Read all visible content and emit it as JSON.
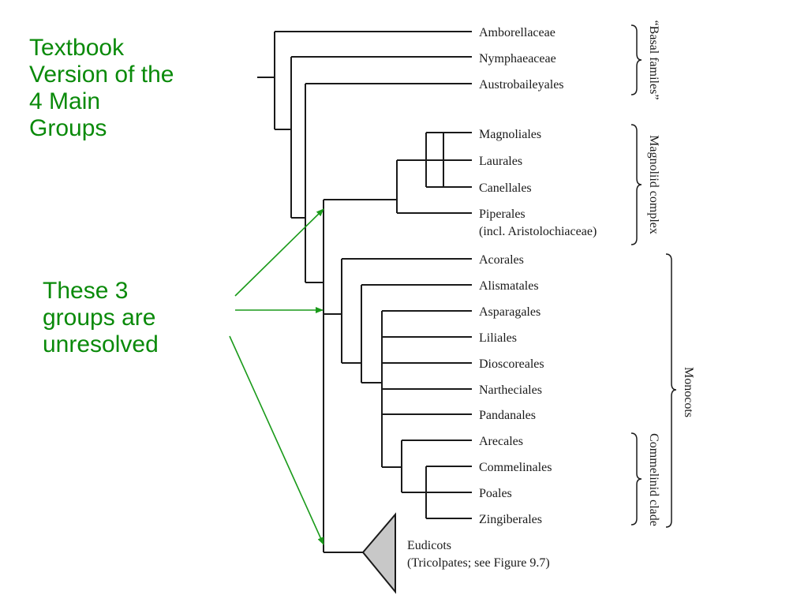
{
  "slide": {
    "title_lines": [
      "Textbook",
      "Version of the",
      "4 Main",
      "Groups"
    ],
    "note_lines": [
      "These 3",
      "groups are",
      "unresolved"
    ]
  },
  "tree": {
    "taxa": {
      "amborellaceae": "Amborellaceae",
      "nymphaeaceae": "Nymphaeaceae",
      "austrobaileyales": "Austrobaileyales",
      "magnoliales": "Magnoliales",
      "laurales": "Laurales",
      "canellales": "Canellales",
      "piperales": "Piperales",
      "piperales_note": "(incl. Aristolochiaceae)",
      "acorales": "Acorales",
      "alismatales": "Alismatales",
      "asparagales": "Asparagales",
      "liliales": "Liliales",
      "dioscoreales": "Dioscoreales",
      "nartheciales": "Nartheciales",
      "pandanales": "Pandanales",
      "arecales": "Arecales",
      "commelinales": "Commelinales",
      "poales": "Poales",
      "zingiberales": "Zingiberales",
      "eudicots": "Eudicots",
      "eudicots_note": "(Tricolpates; see Figure 9.7)"
    },
    "brackets": {
      "basal": "“Basal familes”",
      "magnoliid": "Magnoliid complex",
      "monocots": "Monocots",
      "commelinid": "Commelinid clade"
    }
  },
  "colors": {
    "slide_text": "#0a8a0a",
    "arrows": "#1a9a1a",
    "tree_lines": "#1a1a1a",
    "eudicot_triangle": "#c8c8c8"
  }
}
